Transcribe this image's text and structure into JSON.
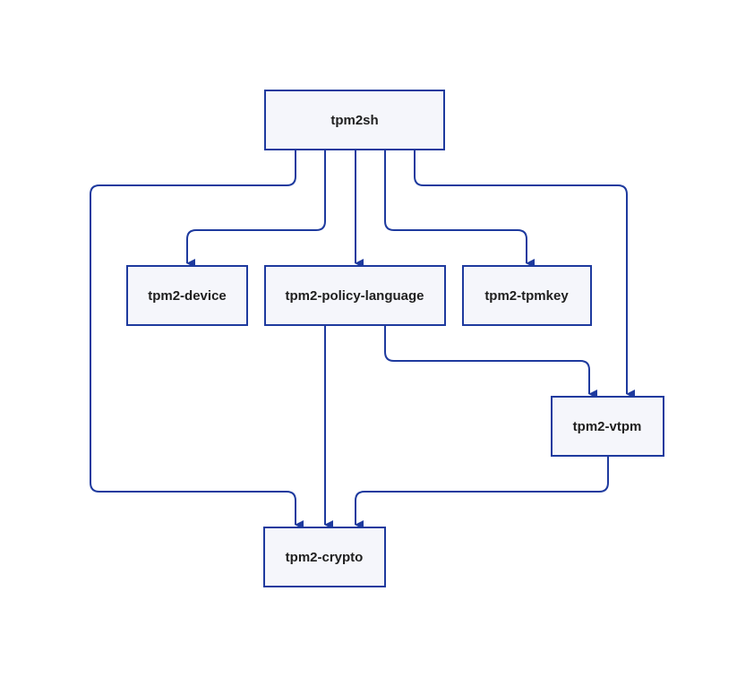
{
  "diagram": {
    "colors": {
      "node_fill": "#f5f6fb",
      "node_stroke": "#1e3a9e",
      "edge": "#1e3a9e",
      "text": "#1f1f1f",
      "background": "#ffffff"
    },
    "nodes": {
      "tpm2sh": "tpm2sh",
      "tpm2_device": "tpm2-device",
      "tpm2_policy_language": "tpm2-policy-language",
      "tpm2_tpmkey": "tpm2-tpmkey",
      "tpm2_vtpm": "tpm2-vtpm",
      "tpm2_crypto": "tpm2-crypto"
    },
    "edges": [
      {
        "from": "tpm2sh",
        "to": "tpm2-crypto"
      },
      {
        "from": "tpm2sh",
        "to": "tpm2-device"
      },
      {
        "from": "tpm2sh",
        "to": "tpm2-policy-language"
      },
      {
        "from": "tpm2sh",
        "to": "tpm2-tpmkey"
      },
      {
        "from": "tpm2sh",
        "to": "tpm2-vtpm"
      },
      {
        "from": "tpm2-policy-language",
        "to": "tpm2-crypto"
      },
      {
        "from": "tpm2-policy-language",
        "to": "tpm2-vtpm"
      },
      {
        "from": "tpm2-vtpm",
        "to": "tpm2-crypto"
      }
    ]
  }
}
